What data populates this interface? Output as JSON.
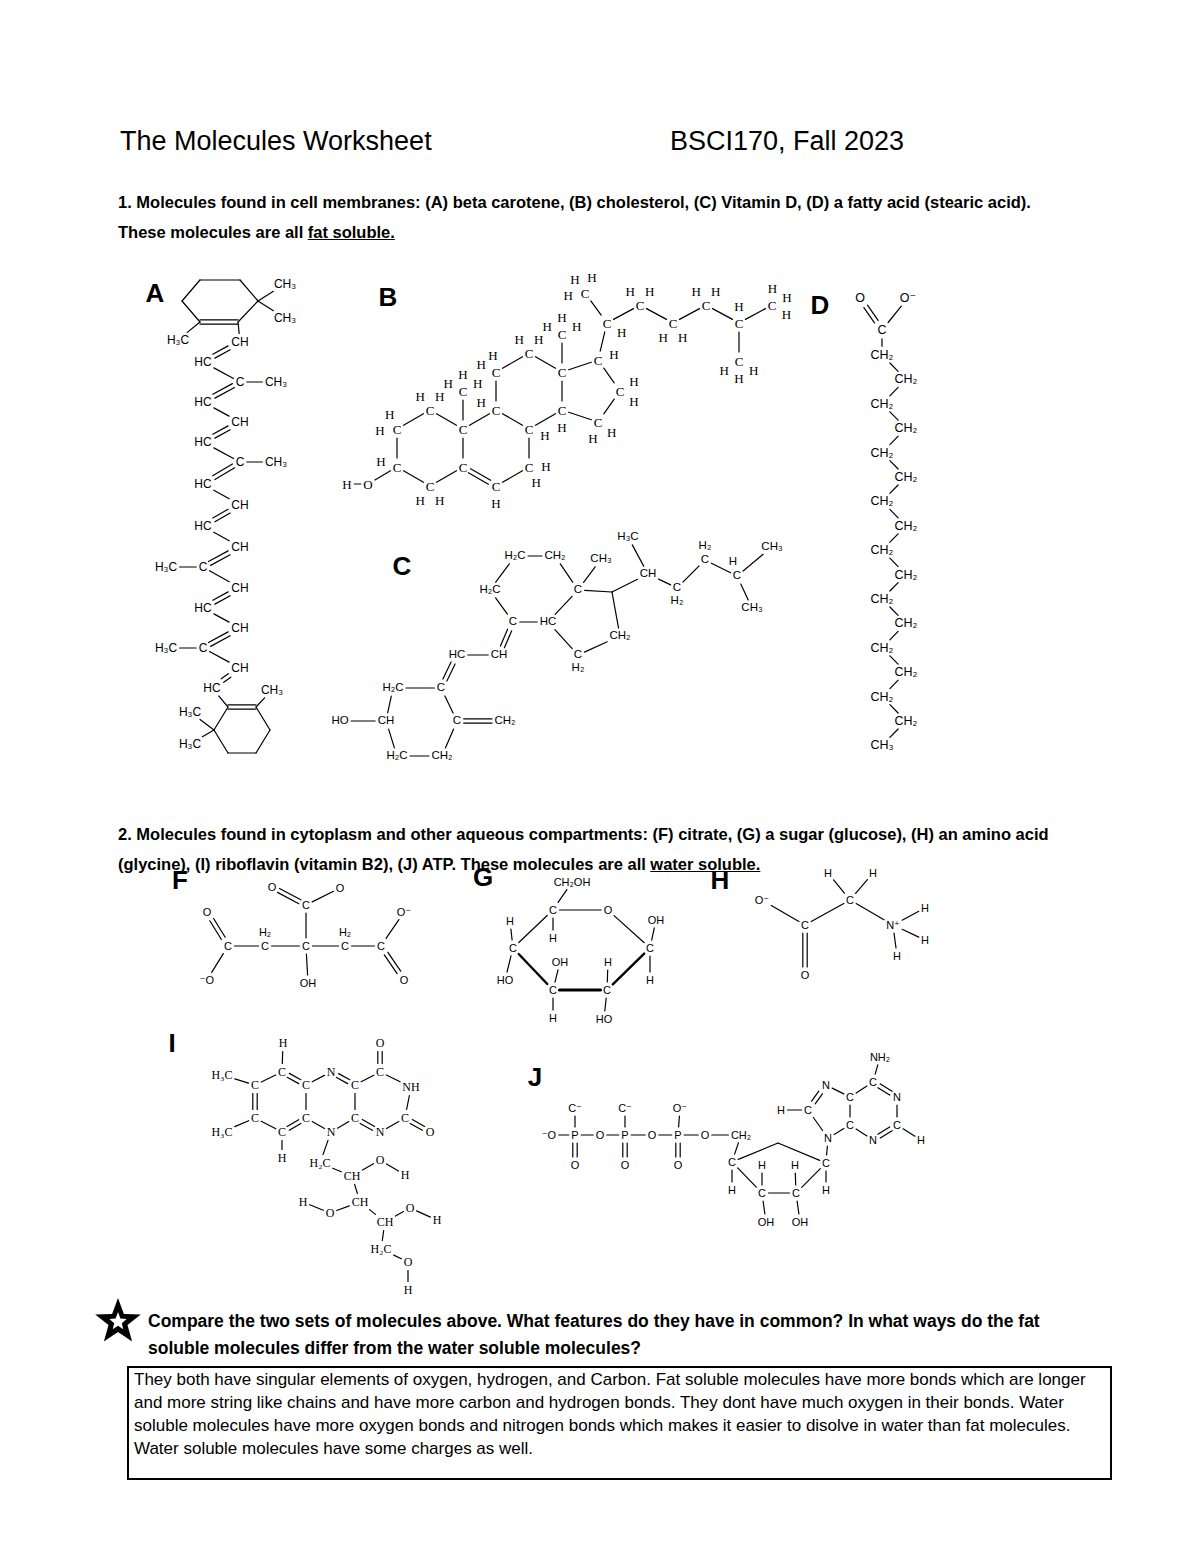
{
  "diagram": {
    "title": "The Molecules Worksheet",
    "nodes": [
      {
        "text": [
          "They both have singular elements of oxygen, hydrogen, and Carbon. Fat soluble molecules have more bonds which are longer and more string like chains and have more carbon and hydrogen bonds. They dont have much oxygen in their bonds. Water soluble molecules have more oxygen bonds and nitrogen bonds which makes it easier to disolve in water than fat molecules. Water soluble molecules have some charges as well."
        ]
      }
    ],
    "labels": [
      "BSCI170, Fall 2023",
      "1. Molecules found in cell membranes: (A) beta carotene, (B) cholesterol, (C) Vitamin D, (D) a fatty acid (stearic acid). These molecules are all",
      "fat soluble.",
      "A",
      "CH₃",
      "CH₃",
      "H₃C",
      "CH",
      "HC",
      "C",
      "CH₃",
      "HC",
      "CH",
      "HC",
      "C",
      "CH₃",
      "HC",
      "CH",
      "HC",
      "CH",
      "C",
      "H₃C",
      "CH",
      "HC",
      "CH",
      "C",
      "H₃C",
      "CH",
      "HC",
      "CH₃",
      "H₃C",
      "H₃C",
      "B",
      "C",
      "H",
      "H",
      "C",
      "H",
      "H",
      "C",
      "H",
      "C",
      "H",
      "H",
      "C",
      "C",
      "C",
      "H",
      "C",
      "H",
      "H",
      "C",
      "H",
      "C",
      "H",
      "C",
      "H",
      "H",
      "C",
      "H",
      "H",
      "C",
      "C",
      "H",
      "C",
      "H",
      "H",
      "C",
      "H",
      "H",
      "C",
      "H",
      "C",
      "H",
      "H",
      "H",
      "C",
      "H",
      "H",
      "H",
      "C",
      "H",
      "C",
      "H",
      "H",
      "H",
      "C",
      "H",
      "H",
      "C",
      "H",
      "H",
      "C",
      "H",
      "H",
      "C",
      "H",
      "C",
      "H",
      "H",
      "H",
      "C",
      "H",
      "H",
      "H",
      "O",
      "H",
      "C",
      "H₂C",
      "CH₂",
      "CH₃",
      "C",
      "H₂C",
      "C",
      "HC",
      "H₃C",
      "CH",
      "C",
      "H₂",
      "H₂",
      "C",
      "H",
      "C",
      "CH₃",
      "CH₃",
      "CH₂",
      "C",
      "H₂",
      "HC",
      "CH",
      "H₂C",
      "C",
      "HO",
      "CH",
      "C",
      "CH₂",
      "H₂C",
      "CH₂",
      "D",
      "O",
      "O⁻",
      "C",
      "CH₂",
      "CH₂",
      "CH₂",
      "CH₂",
      "CH₂",
      "CH₂",
      "CH₂",
      "CH₂",
      "CH₂",
      "CH₂",
      "CH₂",
      "CH₂",
      "CH₂",
      "CH₂",
      "CH₂",
      "CH₂",
      "CH₃",
      "2. Molecules found in cytoplasm and other aqueous compartments: (F) citrate, (G) a sugar (glucose), (H) an amino acid (glycine), (I) riboflavin (vitamin B2), (J) ATP. These molecules are all",
      "water soluble.",
      "F",
      "O",
      "C",
      "O",
      "O",
      "C",
      "⁻O",
      "H₂",
      "C",
      "C",
      "H₂",
      "C",
      "OH",
      "O⁻",
      "C",
      "O",
      "G",
      "CH₂OH",
      "H",
      "C",
      "O",
      "OH",
      "H",
      "C",
      "C",
      "OH",
      "H",
      "H",
      "HO",
      "C",
      "C",
      "H",
      "HO",
      "H",
      "H",
      "H",
      "O⁻",
      "C",
      "H",
      "C",
      "N⁺",
      "H",
      "H",
      "O",
      "I",
      "H",
      "O",
      "H₃C",
      "C",
      "C",
      "C",
      "N",
      "C",
      "C",
      "NH",
      "C",
      "C",
      "N",
      "C",
      "N",
      "C",
      "O",
      "H₃C",
      "C",
      "H",
      "H₂C",
      "CH",
      "O",
      "H",
      "H",
      "O",
      "CH",
      "CH",
      "O",
      "H",
      "H₂C",
      "O",
      "H",
      "J",
      "NH₂",
      "N",
      "C",
      "C",
      "N",
      "C⁻",
      "C⁻",
      "O⁻",
      "H",
      "C",
      "C",
      "C",
      "⁻O",
      "P",
      "O",
      "P",
      "O",
      "P",
      "O",
      "CH₂",
      "N",
      "N",
      "H",
      "C",
      "H",
      "H",
      "C",
      "O",
      "O",
      "O",
      "H",
      "H",
      "C",
      "C",
      "OH",
      "OH",
      "Compare the two sets of molecules above. What features do they have in common? In what ways do the fat soluble molecules differ from the water soluble molecules?"
    ]
  }
}
